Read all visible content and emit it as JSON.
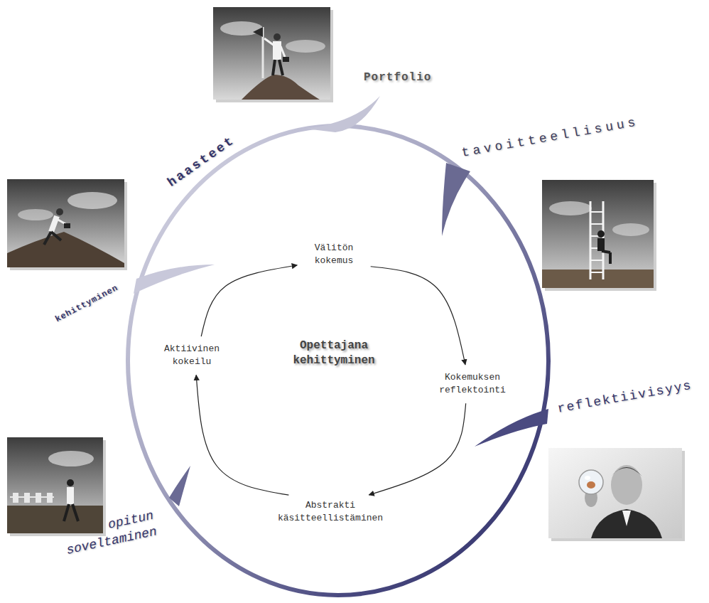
{
  "diagram": {
    "nodes": [
      {
        "text": [
          "Välitön kokemus"
        ]
      },
      {
        "text": [
          "Kokemuksen reflektointi"
        ]
      },
      {
        "text": [
          "Abstrakti käsitteellistäminen"
        ]
      },
      {
        "text": [
          "Aktiivinen kokeilu"
        ]
      }
    ],
    "edges": [
      {
        "from": 0,
        "to": 1,
        "arrow": "to"
      },
      {
        "from": 1,
        "to": 2,
        "arrow": "to"
      },
      {
        "from": 2,
        "to": 3,
        "arrow": "to"
      },
      {
        "from": 3,
        "to": 0,
        "arrow": "to"
      }
    ],
    "labels": [
      "Opettajana kehittyminen",
      "Portfolio",
      "tavoitteellisuus",
      "reflektiivisyys",
      "haasteet",
      "kehittyminen",
      "opitun soveltaminen"
    ]
  }
}
